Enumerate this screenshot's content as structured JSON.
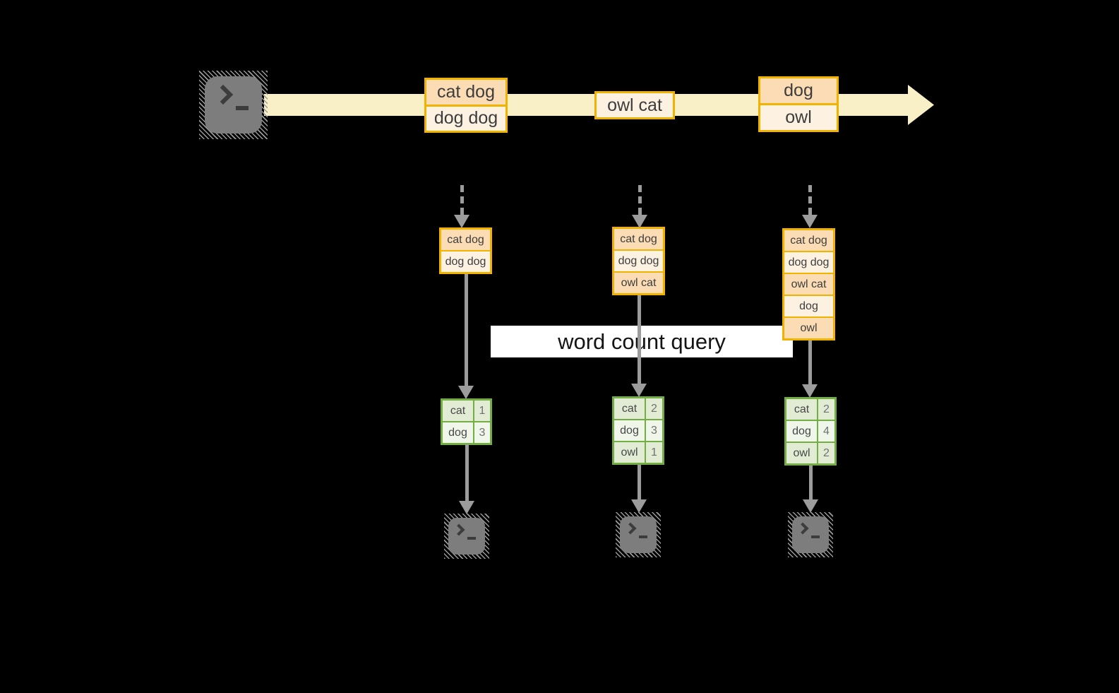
{
  "diagram": {
    "query_label": "word count query",
    "stream_records": [
      {
        "lines": [
          "cat dog",
          "dog dog"
        ]
      },
      {
        "lines": [
          "owl cat"
        ]
      },
      {
        "lines": [
          "dog",
          "owl"
        ]
      }
    ],
    "window_buffers": [
      {
        "lines": [
          "cat dog",
          "dog dog"
        ]
      },
      {
        "lines": [
          "cat dog",
          "dog dog",
          "owl cat"
        ]
      },
      {
        "lines": [
          "cat dog",
          "dog dog",
          "owl cat",
          "dog",
          "owl"
        ]
      }
    ],
    "count_tables": [
      {
        "rows": [
          {
            "word": "cat",
            "count": "1"
          },
          {
            "word": "dog",
            "count": "3"
          }
        ]
      },
      {
        "rows": [
          {
            "word": "cat",
            "count": "2"
          },
          {
            "word": "dog",
            "count": "3"
          },
          {
            "word": "owl",
            "count": "1"
          }
        ]
      },
      {
        "rows": [
          {
            "word": "cat",
            "count": "2"
          },
          {
            "word": "dog",
            "count": "4"
          },
          {
            "word": "owl",
            "count": "2"
          }
        ]
      }
    ],
    "icons": {
      "source": "terminal-icon",
      "sinks": [
        "terminal-icon",
        "terminal-icon",
        "terminal-icon"
      ]
    },
    "colors": {
      "background": "#000000",
      "stream_fill": "#FAF0C8",
      "box_border": "#F2B200",
      "box_fill_dark": "#FBDCB4",
      "box_fill_light": "#FDF2E2",
      "table_border": "#72AE41",
      "table_fill_dark": "#E2ECD5",
      "table_fill_light": "#F1F6EB",
      "arrow_gray": "#9C9C9C",
      "terminal_gray": "#7D7D7D"
    }
  }
}
